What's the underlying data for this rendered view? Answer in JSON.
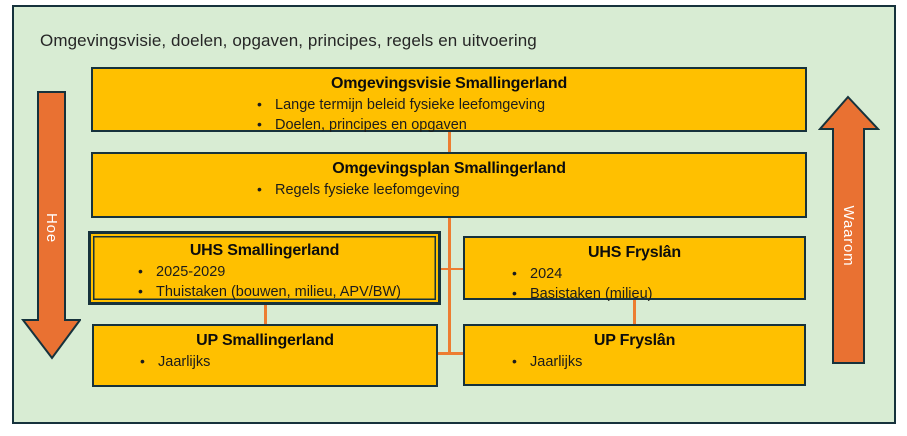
{
  "page": {
    "title": "Omgevingsvisie, doelen, opgaven, principes, regels en uitvoering"
  },
  "colors": {
    "background_green": "#d8ecd3",
    "box_fill": "#ffc000",
    "border_dark": "#16323c",
    "arrow_fill": "#e97132",
    "connector_line": "#ed7d31",
    "arrow_text": "#ffffff"
  },
  "arrows": {
    "left": {
      "label": "Hoe",
      "direction": "down"
    },
    "right": {
      "label": "Waarom",
      "direction": "up"
    }
  },
  "boxes": {
    "omgevingsvisie": {
      "title": "Omgevingsvisie Smallingerland",
      "bullets": [
        "Lange termijn beleid fysieke leefomgeving",
        "Doelen, principes en opgaven"
      ]
    },
    "omgevingsplan": {
      "title": "Omgevingsplan Smallingerland",
      "bullets": [
        "Regels fysieke leefomgeving"
      ]
    },
    "uhs_smallingerland": {
      "title": "UHS Smallingerland",
      "bullets": [
        "2025-2029",
        "Thuistaken (bouwen, milieu, APV/BW)"
      ],
      "highlighted": true
    },
    "uhs_fryslan": {
      "title": "UHS Fryslân",
      "bullets": [
        "2024",
        "Basistaken (milieu)"
      ]
    },
    "up_smallingerland": {
      "title": "UP Smallingerland",
      "bullets": [
        "Jaarlijks"
      ]
    },
    "up_fryslan": {
      "title": "UP Fryslân",
      "bullets": [
        "Jaarlijks"
      ]
    }
  }
}
